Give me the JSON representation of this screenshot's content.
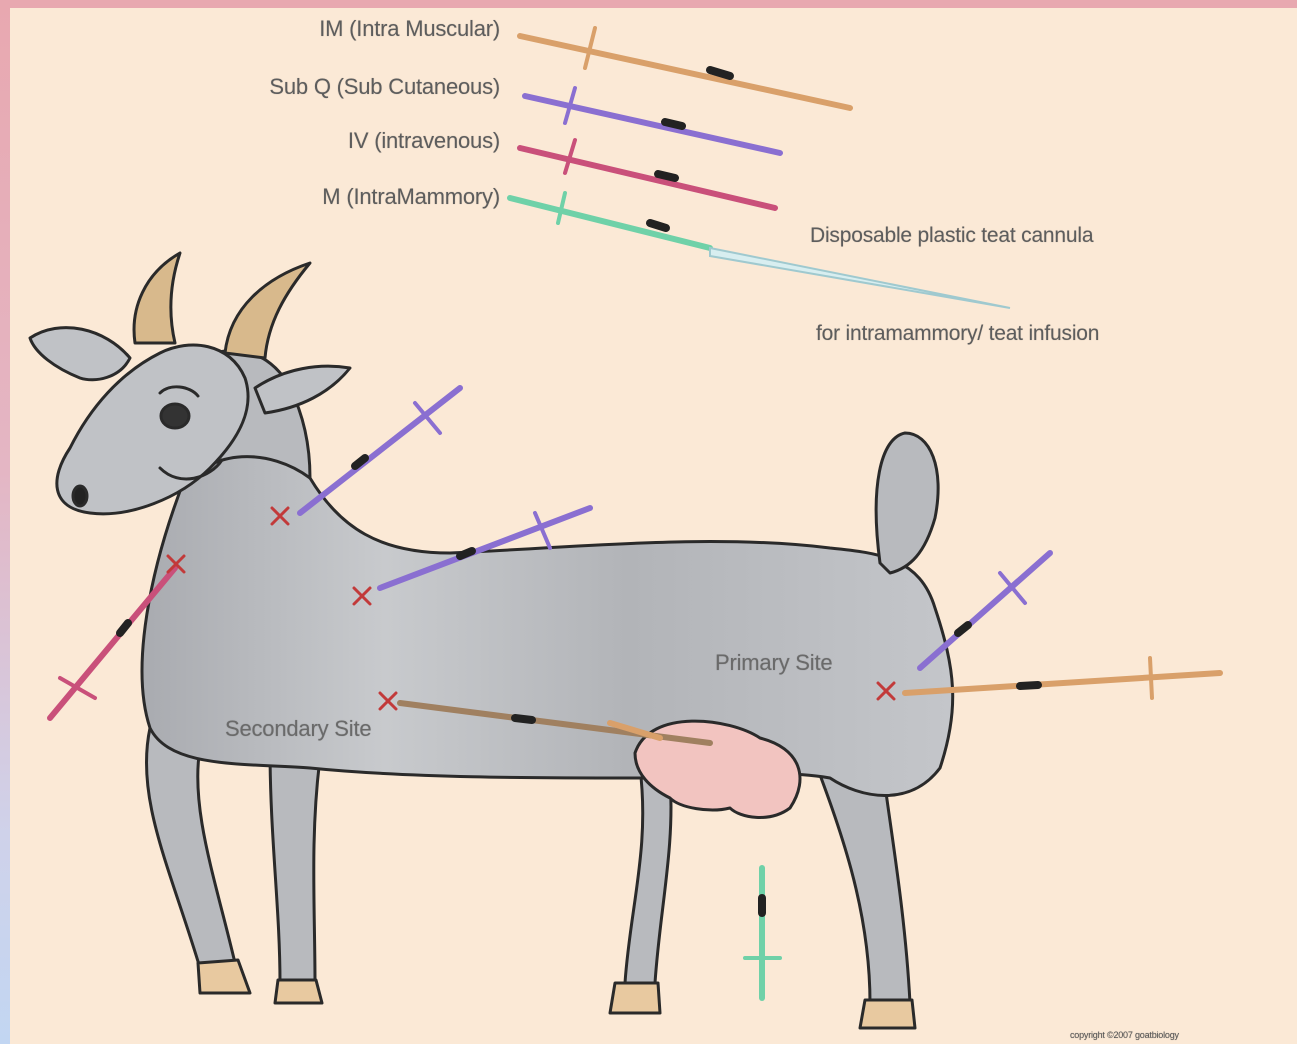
{
  "legend": [
    {
      "label": "IM (Intra Muscular)",
      "color": "#d9a06a",
      "icon": "syringe-im-icon"
    },
    {
      "label": "Sub Q (Sub Cutaneous)",
      "color": "#8a6fd1",
      "icon": "syringe-subq-icon"
    },
    {
      "label": "IV (intravenous)",
      "color": "#c9507a",
      "icon": "syringe-iv-icon"
    },
    {
      "label": "M (IntraMammory)",
      "color": "#6fd1a8",
      "icon": "syringe-m-icon"
    }
  ],
  "cannula": {
    "line1": "Disposable plastic teat cannula",
    "line2": "for intramammory/ teat infusion"
  },
  "sites": {
    "primary": "Primary Site",
    "secondary": "Secondary Site"
  },
  "copyright": "copyright ©2007 goatbiology",
  "colors": {
    "goat_body": "#b6b8bc",
    "goat_outline": "#2a2a2a",
    "horn": "#d8b98c",
    "udder": "#f2c4c0",
    "hoof": "#e8c9a0",
    "injection_mark": "#c23a3a"
  }
}
